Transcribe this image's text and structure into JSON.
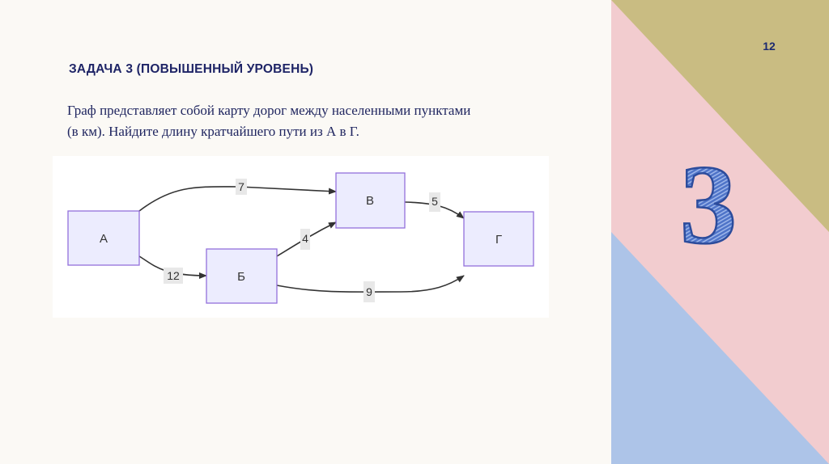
{
  "slide": {
    "page_number": "12",
    "big_digit": "3",
    "title": "ЗАДАЧА 3 (ПОВЫШЕННЫЙ УРОВЕНЬ)",
    "body_lines": [
      "Граф представляет собой карту дорог между населенными пунктами",
      "(в км). Найдите длину кратчайшего пути из А в Г."
    ]
  },
  "graph": {
    "nodes": [
      {
        "id": "A",
        "label": "А"
      },
      {
        "id": "B",
        "label": "Б"
      },
      {
        "id": "V",
        "label": "В"
      },
      {
        "id": "G",
        "label": "Г"
      }
    ],
    "edges": [
      {
        "from": "А",
        "to": "В",
        "weight": "7"
      },
      {
        "from": "А",
        "to": "Б",
        "weight": "12"
      },
      {
        "from": "Б",
        "to": "В",
        "weight": "4"
      },
      {
        "from": "В",
        "to": "Г",
        "weight": "5"
      },
      {
        "from": "Б",
        "to": "Г",
        "weight": "9"
      }
    ]
  },
  "colors": {
    "background": "#fbf9f5",
    "node_fill": "#ececfe",
    "node_stroke": "#9370db",
    "edge": "#333333",
    "label_bg": "#e8e8e8",
    "title": "#1e2466",
    "panel_olive": "#c9bc82",
    "panel_pink": "#f2cccf",
    "panel_blue": "#adc4e8"
  }
}
